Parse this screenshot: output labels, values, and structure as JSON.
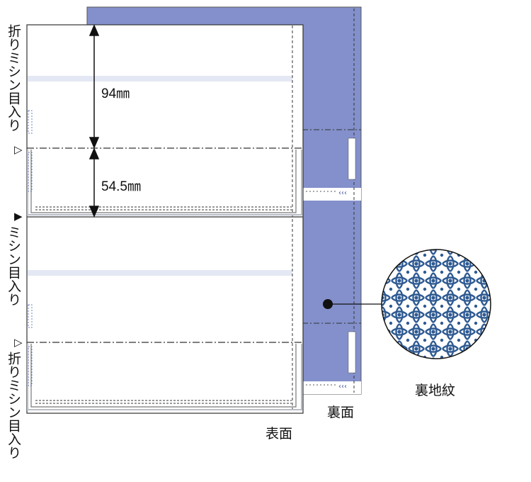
{
  "front": {
    "label": "表面",
    "fold_perforation_top": "折りミシン目入り",
    "fold_perforation_bottom": "折りミシン目入り",
    "perforation_middle": "ミシン目入り",
    "marker_open": "▷",
    "marker_filled": "▶"
  },
  "back": {
    "label": "裏面",
    "color": "#8390CB"
  },
  "dimensions": {
    "upper": "94㎜",
    "lower": "54.5㎜"
  },
  "pattern": {
    "label": "裏地紋",
    "color": "#2E5A92"
  }
}
